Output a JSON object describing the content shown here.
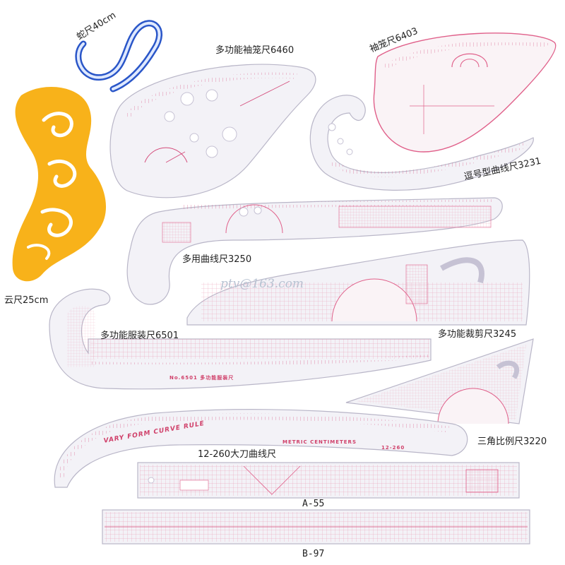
{
  "labels": {
    "snake": "蛇尺40cm",
    "sleeve_multi": "多功能袖笼尺6460",
    "sleeve": "袖笼尺6403",
    "comma": "逗号型曲线尺3231",
    "multi_curve": "多用曲线尺3250",
    "cloud": "云尺25cm",
    "garment": "多功能服装尺6501",
    "cutting": "多功能裁剪尺3245",
    "triangle": "三角比例尺3220",
    "big_knife": "12-260大刀曲线尺",
    "a55": "A-55",
    "b97": "B-97"
  },
  "watermark": "ptv@163.com",
  "ruler_print": {
    "vary_form": "VARY FORM CURVE RULE",
    "centimeters": "METRIC CENTIMETERS",
    "model_260": "12-260",
    "model_6501": "No.6501 多功能服装尺"
  },
  "colors": {
    "ruler_pink": "#e0608a",
    "cloud_orange": "#f8b21a",
    "snake_blue": "#2a56c8",
    "ruler_fill": "#f3f2f7",
    "ruler_edge": "#b9b6c8"
  }
}
